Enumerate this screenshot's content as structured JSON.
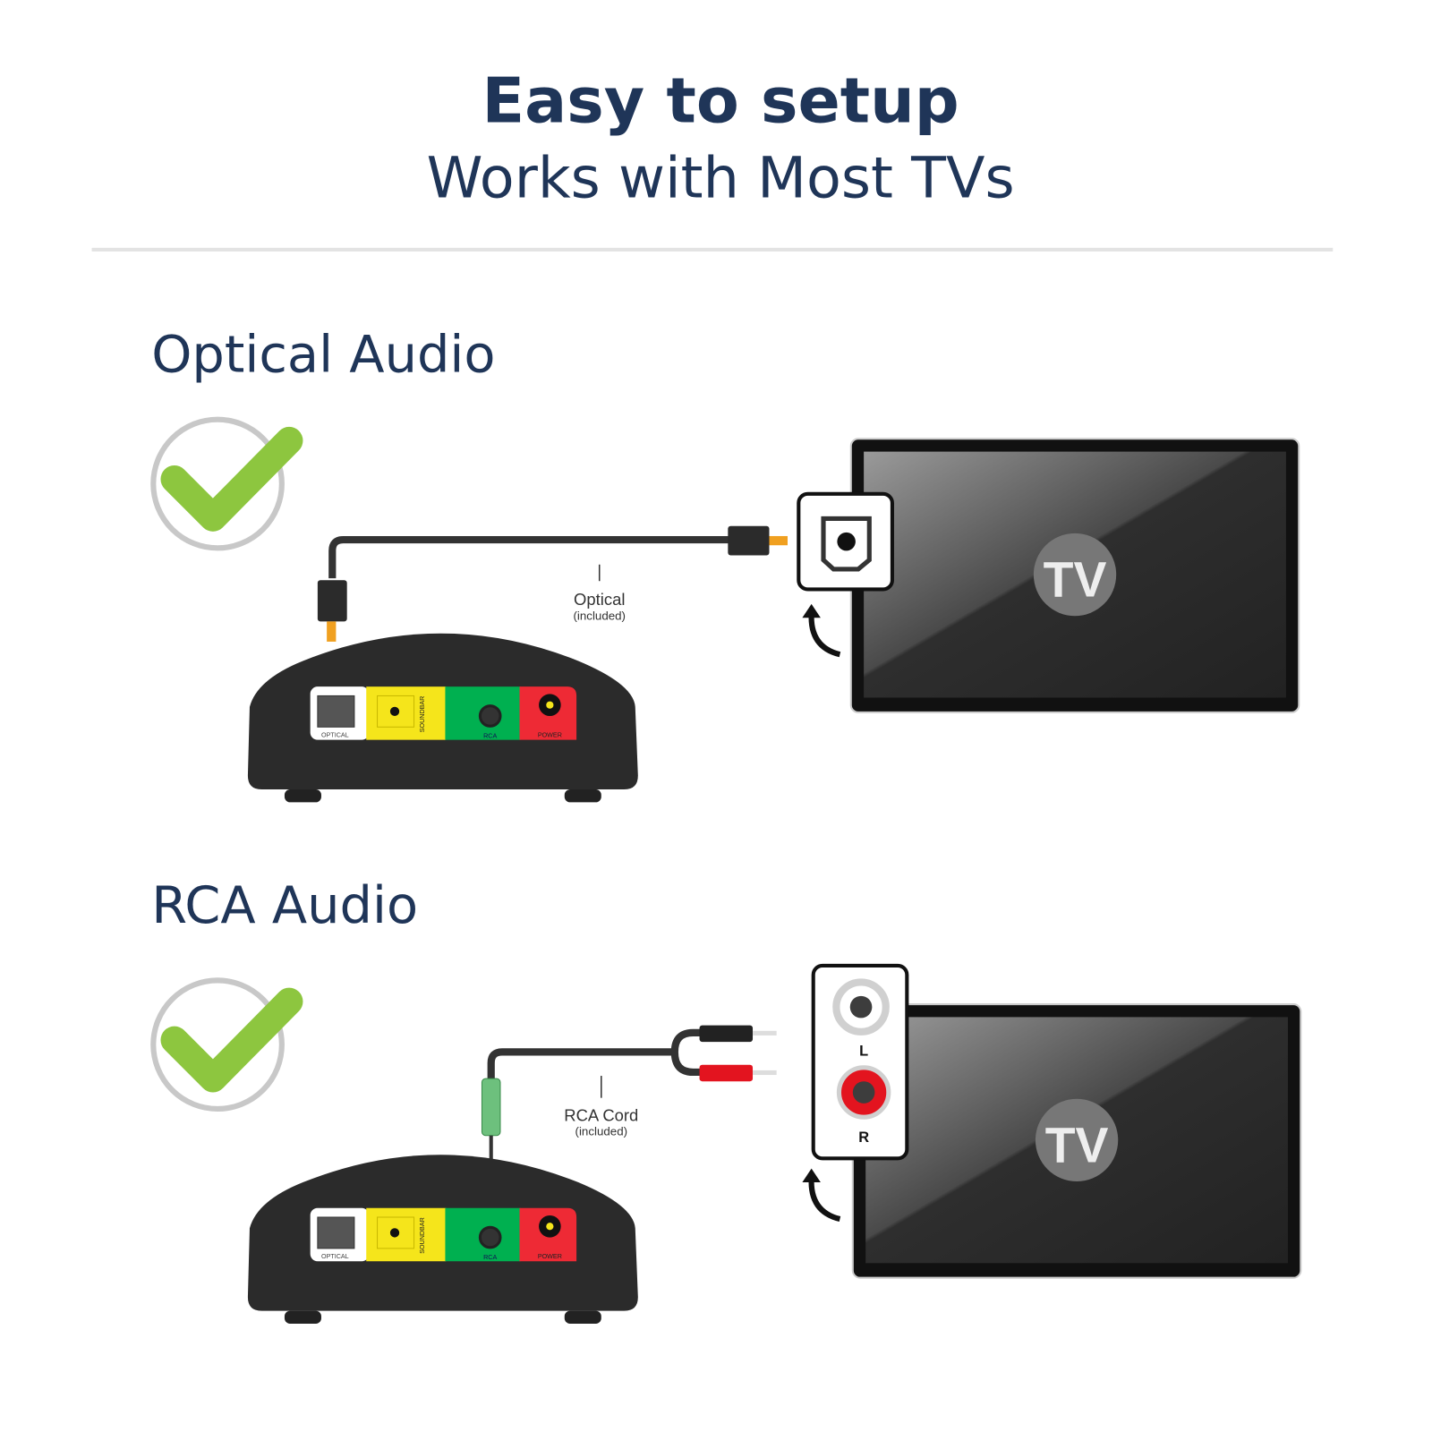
{
  "header": {
    "title": "Easy to setup",
    "subtitle": "Works with Most TVs"
  },
  "colors": {
    "navy": "#1f3558",
    "check": "#8dc63f",
    "yellow": "#f5e51b",
    "green": "#00b050",
    "red": "#ee2a35"
  },
  "sections": [
    {
      "title": "Optical Audio",
      "status_icon": "check-icon",
      "cable_label": "Optical",
      "cable_note": "(included)",
      "tv_label": "TV",
      "port_icon": "optical-port-icon"
    },
    {
      "title": "RCA Audio",
      "status_icon": "check-icon",
      "cable_label": "RCA Cord",
      "cable_note": "(included)",
      "tv_label": "TV",
      "port_labels": {
        "left": "L",
        "right": "R"
      }
    }
  ],
  "device": {
    "ports": [
      "OPTICAL",
      "SOUNDBAR",
      "RCA",
      "POWER"
    ]
  }
}
